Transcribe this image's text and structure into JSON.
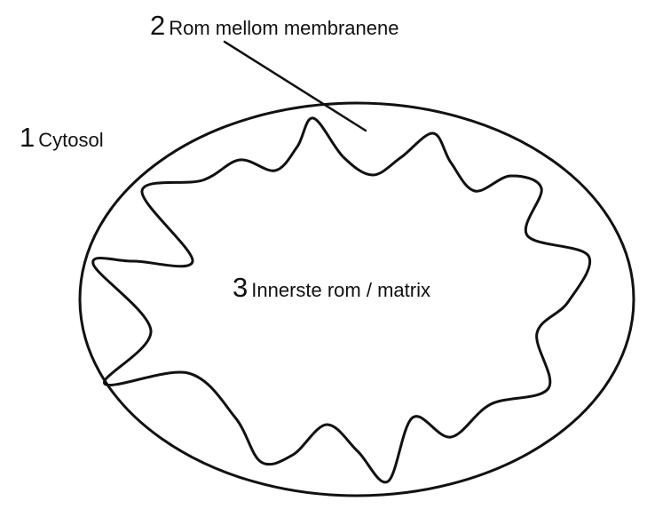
{
  "labels": {
    "cytosol": {
      "number": "1",
      "text": "Cytosol"
    },
    "intermembrane": {
      "number": "2",
      "text": "Rom mellom membranene"
    },
    "matrix": {
      "number": "3",
      "text": "Innerste rom / matrix"
    }
  },
  "colors": {
    "stroke": "#111111",
    "background": "#ffffff"
  }
}
